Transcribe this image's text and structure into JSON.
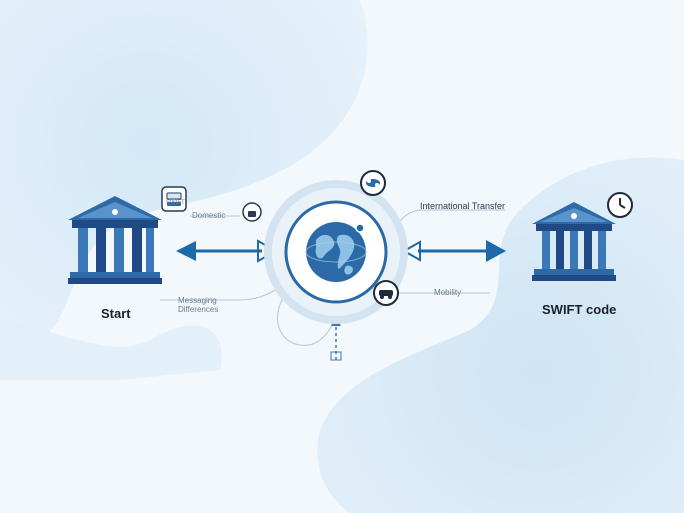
{
  "nodes": {
    "start": {
      "label": "Start"
    },
    "end": {
      "label": "SWIFT code"
    }
  },
  "annotations": {
    "top_right": "International Transfer",
    "bottom_right": "Mobility",
    "top_left": "Domestic",
    "bottom_left_1": "Messaging",
    "bottom_left_2": "Differences",
    "small_badge": "SWIFT"
  },
  "colors": {
    "bank_dark": "#1f4a86",
    "bank_mid": "#3a78b8",
    "arrow": "#1e6aa8",
    "globe": "#2b6aa6",
    "ring": "#c9dced",
    "blob": "#d6e9f7"
  }
}
